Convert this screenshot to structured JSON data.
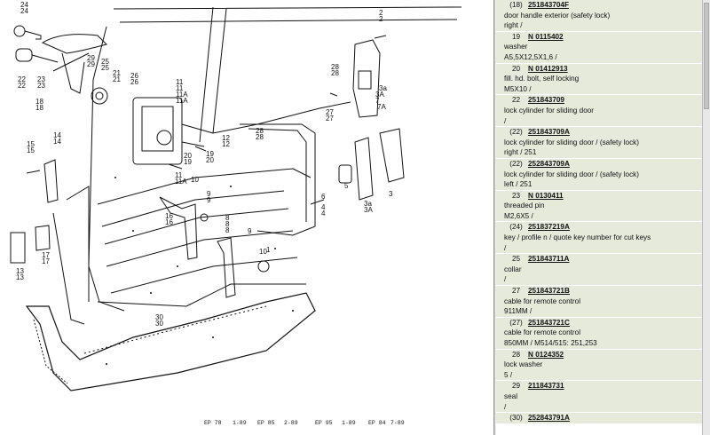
{
  "diagram": {
    "callouts": [
      "24",
      "24",
      "2",
      "2",
      "29",
      "29",
      "22",
      "22",
      "23",
      "23",
      "25",
      "25",
      "26",
      "26",
      "18",
      "18",
      "21",
      "21",
      "11",
      "11",
      "11A",
      "11A",
      "28",
      "28",
      "28",
      "28",
      "27",
      "27",
      "3a",
      "3A",
      "7",
      "7A",
      "15",
      "15",
      "14",
      "14",
      "12",
      "12",
      "19",
      "20",
      "20",
      "19",
      "11",
      "11A",
      "10",
      "6",
      "5",
      "4",
      "4",
      "3a",
      "3A",
      "3",
      "9",
      "9",
      "16",
      "16",
      "8",
      "8",
      "8",
      "9",
      "10",
      "17",
      "17",
      "13",
      "13",
      "1",
      "30",
      "30"
    ],
    "footer_codes": [
      "EP 78",
      "1-89",
      "EP 85",
      "2-89",
      "EP 95",
      "1-89",
      "EP 84",
      "7-89"
    ]
  },
  "parts_list": [
    {
      "pos": "(18)",
      "part_no": "251843704F",
      "desc": "door handle exterior (safety lock)",
      "qty": "right /"
    },
    {
      "pos": "19",
      "part_no": "N 0115402",
      "desc": "washer",
      "qty": "A5,5X12,5X1,6 /"
    },
    {
      "pos": "20",
      "part_no": "N 01412913",
      "desc": "fill. hd. bolt, self locking",
      "qty": "M5X10 /"
    },
    {
      "pos": "22",
      "part_no": "251843709",
      "desc": "lock cylinder for sliding door",
      "qty": "/"
    },
    {
      "pos": "(22)",
      "part_no": "251843709A",
      "desc": "lock cylinder for sliding door / (safety lock)",
      "qty": "right / 251"
    },
    {
      "pos": "(22)",
      "part_no": "252843709A",
      "desc": "lock cylinder for sliding door / (safety lock)",
      "qty": "left / 251"
    },
    {
      "pos": "23",
      "part_no": "N 0130411",
      "desc": "threaded pin",
      "qty": "M2,6X5 /"
    },
    {
      "pos": "(24)",
      "part_no": "251837219A",
      "desc": "key / profile n / quote key number for cut keys",
      "qty": "/"
    },
    {
      "pos": "25",
      "part_no": "251843711A",
      "desc": "collar",
      "qty": "/"
    },
    {
      "pos": "27",
      "part_no": "251843721B",
      "desc": "cable for remote control",
      "qty": "911MM /"
    },
    {
      "pos": "(27)",
      "part_no": "251843721C",
      "desc": "cable for remote control",
      "qty": "850MM / M514/515: 251,253"
    },
    {
      "pos": "28",
      "part_no": "N 0124352",
      "desc": "lock washer",
      "qty": "5 /"
    },
    {
      "pos": "29",
      "part_no": "211843731",
      "desc": "seal",
      "qty": "/"
    },
    {
      "pos": "(30)",
      "part_no": "252843791A",
      "desc": "",
      "qty": ""
    }
  ],
  "colors": {
    "row_bg": "#e5eadb",
    "separator": "#c8c8c8"
  }
}
